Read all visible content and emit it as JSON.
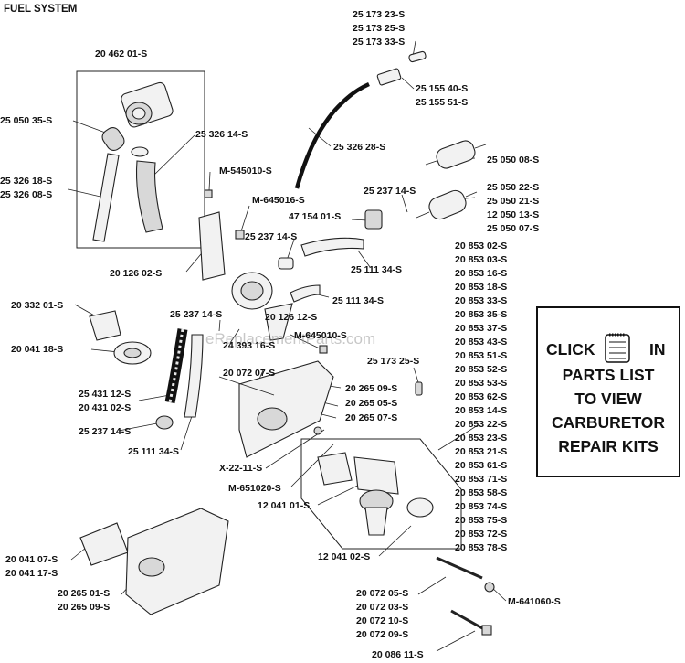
{
  "title": "FUEL SYSTEM",
  "watermark": "eReplacementParts.com",
  "callout": {
    "line1_left": "CLICK",
    "line1_right": "IN",
    "line2": "PARTS LIST",
    "line3": "TO VIEW",
    "line4": "CARBURETOR",
    "line5": "REPAIR KITS",
    "icon": "parts-list-icon"
  },
  "labels": [
    "25 173 23-S",
    "25 173 25-S",
    "25 173 33-S",
    "20 462 01-S",
    "25 155 40-S",
    "25 155 51-S",
    "25 050 35-S",
    "25 326 14-S",
    "25 326 28-S",
    "25 050 08-S",
    "M-545010-S",
    "25 326 18-S",
    "25 326 08-S",
    "25 050 22-S",
    "25 050 21-S",
    "12 050 13-S",
    "25 050 07-S",
    "25 237 14-S",
    "M-645016-S",
    "47 154 01-S",
    "25 237 14-S",
    "20 853 02-S",
    "20 853 03-S",
    "20 126 02-S",
    "25 111 34-S",
    "20 853 16-S",
    "20 853 18-S",
    "20 332 01-S",
    "25 111 34-S",
    "20 853 33-S",
    "25 237 14-S",
    "20 126 12-S",
    "20 853 35-S",
    "20 853 37-S",
    "20 041 18-S",
    "24 393 16-S",
    "M-645010-S",
    "20 853 43-S",
    "25 173 25-S",
    "20 853 51-S",
    "20 072 07-S",
    "20 853 52-S",
    "25 431 12-S",
    "20 265 09-S",
    "20 853 53-S",
    "20 431 02-S",
    "20 265 05-S",
    "20 853 62-S",
    "20 265 07-S",
    "20 853 14-S",
    "25 237 14-S",
    "20 853 22-S",
    "20 853 23-S",
    "25 111 34-S",
    "20 853 21-S",
    "X-22-11-S",
    "20 853 61-S",
    "M-651020-S",
    "20 853 71-S",
    "20 853 58-S",
    "12 041 01-S",
    "20 853 74-S",
    "20 853 75-S",
    "20 853 72-S",
    "12 041 02-S",
    "20 853 78-S",
    "20 041 07-S",
    "20 041 17-S",
    "20 265 01-S",
    "20 072 05-S",
    "20 265 09-S",
    "M-641060-S",
    "20 072 03-S",
    "20 072 10-S",
    "20 072 09-S",
    "20 086 11-S"
  ]
}
